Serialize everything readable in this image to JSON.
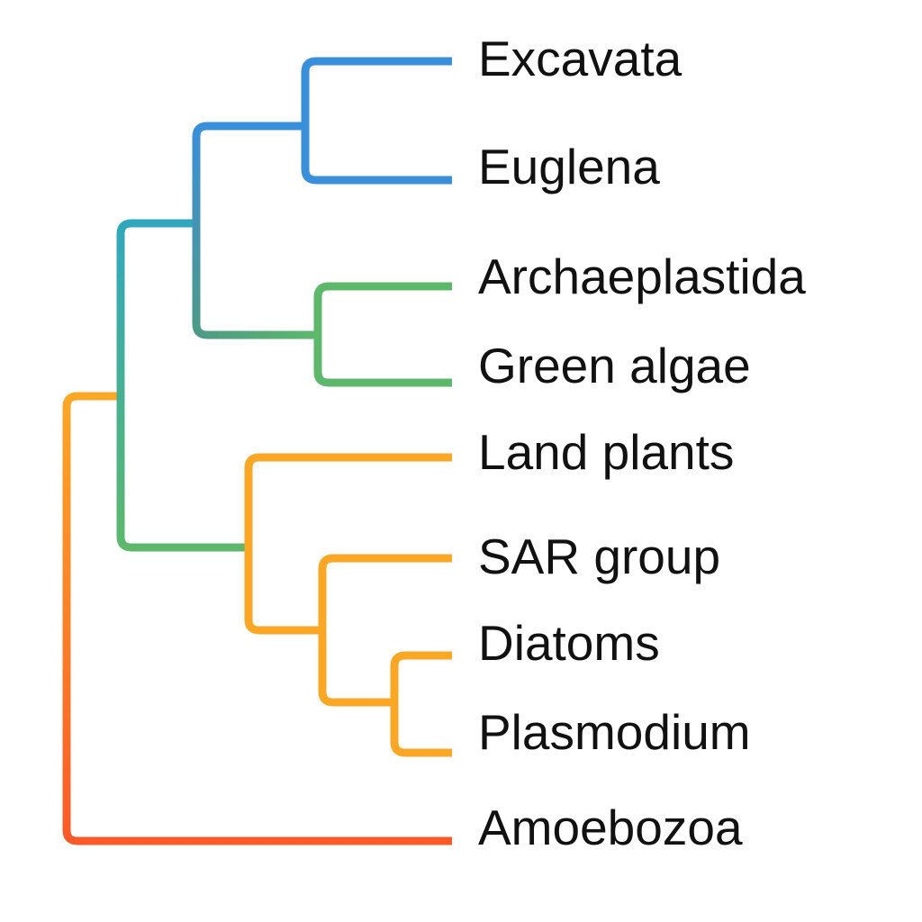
{
  "taxa": [
    "Excavata",
    "Euglena",
    "Archaeplastida",
    "Green algae",
    "Land plants",
    "SAR group",
    "Diatoms",
    "Plasmodium",
    "Amoebozoa"
  ],
  "colors": {
    "blue": "#3A8FDA",
    "teal": "#30A7BE",
    "slate": "#4E9A86",
    "green": "#5DB86C",
    "orange": "#FBA726",
    "deep_orange": "#F98B22",
    "red_orange": "#FA5A28",
    "label": "#111111"
  }
}
